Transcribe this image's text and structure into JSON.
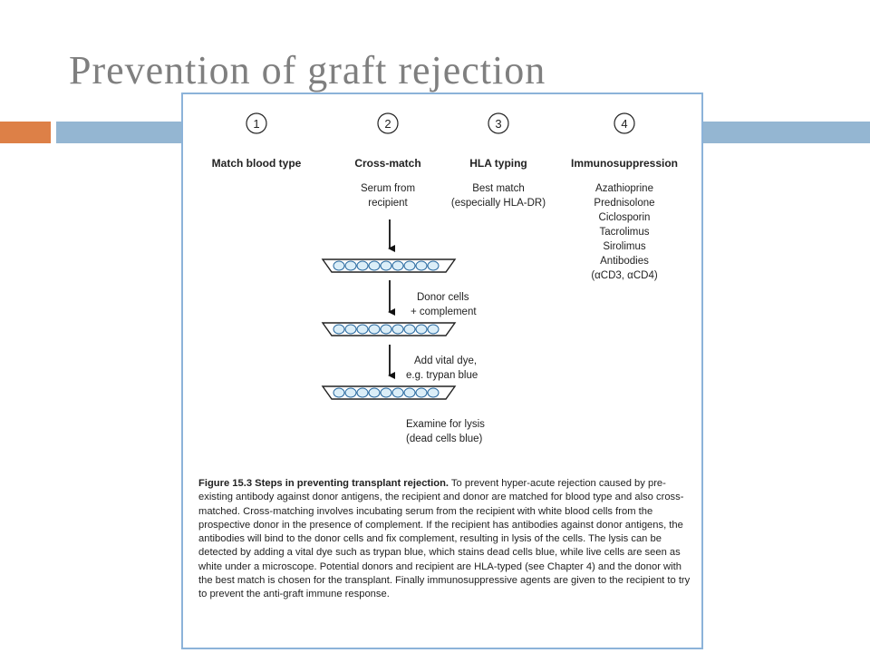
{
  "slide": {
    "title": "Prevention of graft rejection"
  },
  "figure": {
    "steps": [
      {
        "number": "1",
        "heading": "Match blood type"
      },
      {
        "number": "2",
        "heading": "Cross-match"
      },
      {
        "number": "3",
        "heading": "HLA typing"
      },
      {
        "number": "4",
        "heading": "Immunosuppression"
      }
    ],
    "cross_match_lines": [
      "Serum from",
      "recipient"
    ],
    "hla_lines": [
      "Best match",
      "(especially HLA-DR)"
    ],
    "immuno_lines": [
      "Azathioprine",
      "Prednisolone",
      "Ciclosporin",
      "Tacrolimus",
      "Sirolimus",
      "Antibodies",
      "(αCD3, αCD4)"
    ],
    "procedure_labels": [
      [
        "Donor cells",
        "+ complement"
      ],
      [
        "Add vital dye,",
        "e.g. trypan blue"
      ],
      [
        "Examine for lysis",
        "(dead cells blue)"
      ]
    ],
    "caption_label": "Figure 15.3  Steps in preventing transplant rejection.",
    "caption_text": " To prevent hyper-acute rejection caused by pre-existing antibody against donor antigens, the recipient and donor are matched for blood type and also cross-matched. Cross-matching involves incubating serum from the recipient with white blood cells from the prospective donor in the presence of complement. If the recipient has antibodies against donor antigens, the antibodies will bind to the donor cells and fix complement, resulting in lysis of the cells. The lysis can be detected by adding a vital dye such as trypan blue, which stains dead cells blue, while live cells are seen as white under a microscope. Potential donors and recipient are HLA-typed (see Chapter 4) and the donor with the best match is chosen for the transplant. Finally immunosuppressive agents are given to the recipient to try to prevent the anti-graft immune response."
  },
  "colors": {
    "title": "#7f7f7f",
    "accent_orange": "#dd8047",
    "accent_blue": "#94b6d2",
    "cell_fill": "#dbeef8"
  }
}
